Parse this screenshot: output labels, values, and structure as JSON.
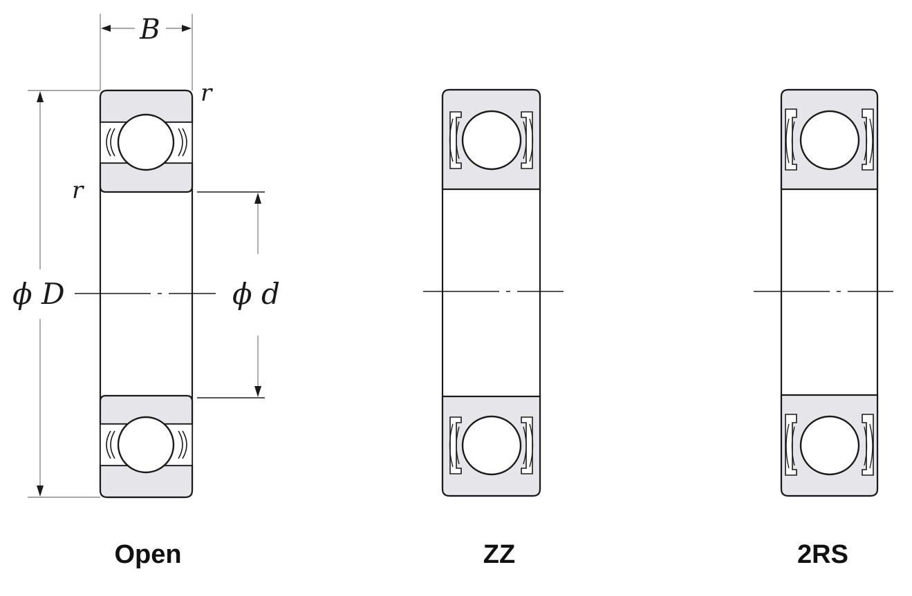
{
  "dimensions": {
    "width_symbol": "B",
    "radius_symbol": "r",
    "outer_diameter_symbol": "ϕ D",
    "inner_diameter_symbol": "ϕ d"
  },
  "bearings": [
    {
      "id": "open",
      "caption": "Open"
    },
    {
      "id": "zz",
      "caption": "ZZ"
    },
    {
      "id": "2rs",
      "caption": "2RS"
    }
  ],
  "colors": {
    "ring_fill": "#e6e6ea",
    "line": "#1a1a1a",
    "dimension_line": "#8a8a8a"
  }
}
